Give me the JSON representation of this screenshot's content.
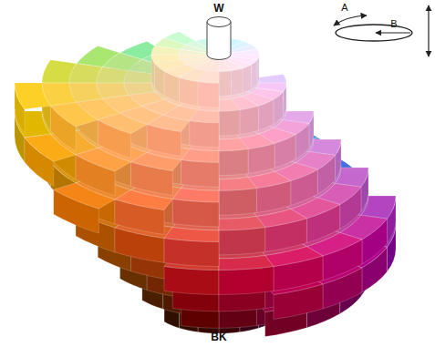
{
  "diagram": {
    "labels": [
      "W",
      "BK",
      "A",
      "B"
    ]
  }
}
